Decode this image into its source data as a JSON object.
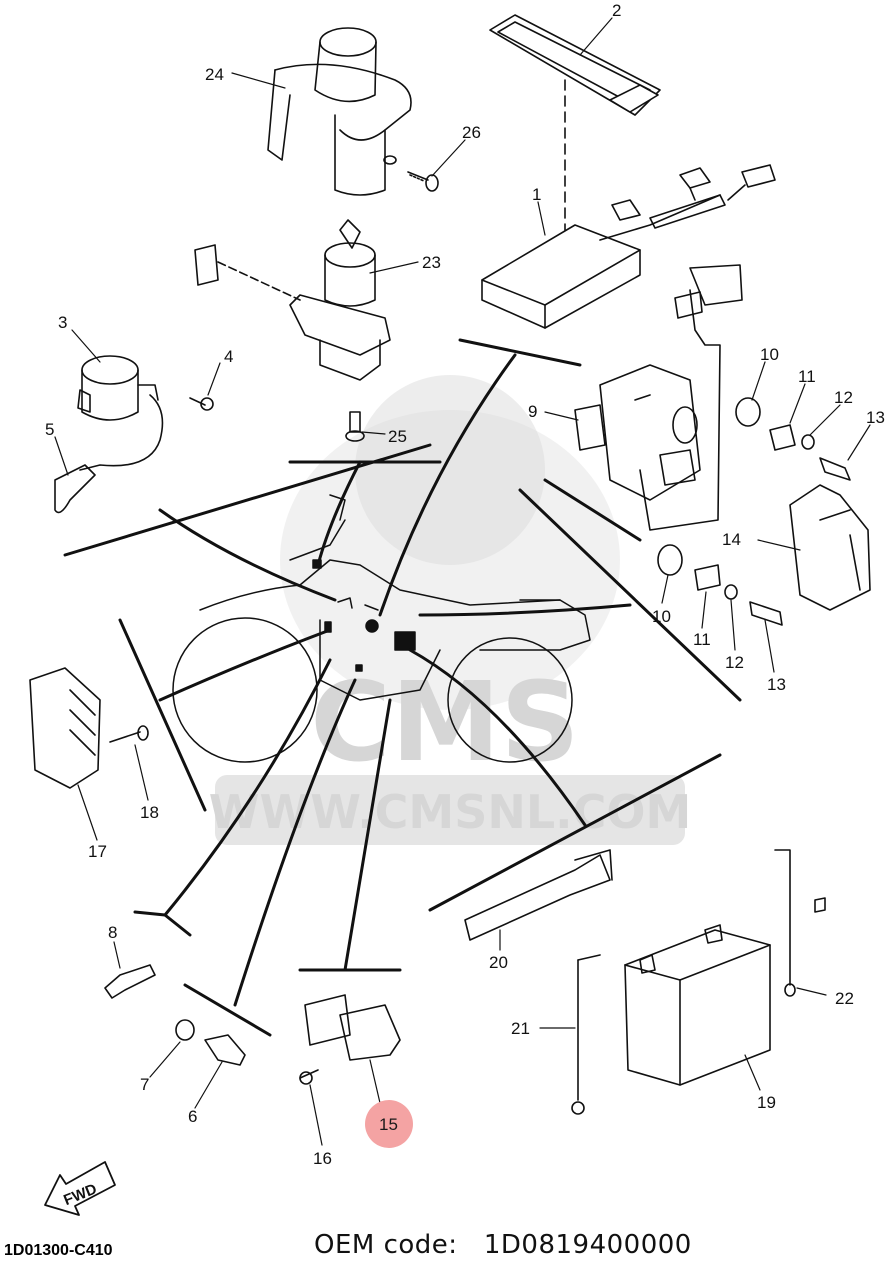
{
  "watermark": {
    "brand": "CMS",
    "url": "WWW.CMSNL.COM"
  },
  "callouts": {
    "c1": "1",
    "c2": "2",
    "c3": "3",
    "c4": "4",
    "c5": "5",
    "c6": "6",
    "c7": "7",
    "c8": "8",
    "c9": "9",
    "c10a": "10",
    "c10b": "10",
    "c11a": "11",
    "c11b": "11",
    "c12a": "12",
    "c12b": "12",
    "c13a": "13",
    "c13b": "13",
    "c14": "14",
    "c15": "15",
    "c16": "16",
    "c17": "17",
    "c18": "18",
    "c19": "19",
    "c20": "20",
    "c21": "21",
    "c22": "22",
    "c23": "23",
    "c24": "24",
    "c25": "25",
    "c26": "26"
  },
  "fwd_label": "FWD",
  "highlighted_part": "15",
  "colors": {
    "highlight": "#f4a3a3",
    "line": "#111111",
    "watermark": "#d6d6d6"
  },
  "footer": {
    "diagram_code": "1D01300-C410",
    "oem_label": "OEM code:",
    "oem_value": "1D0819400000"
  }
}
